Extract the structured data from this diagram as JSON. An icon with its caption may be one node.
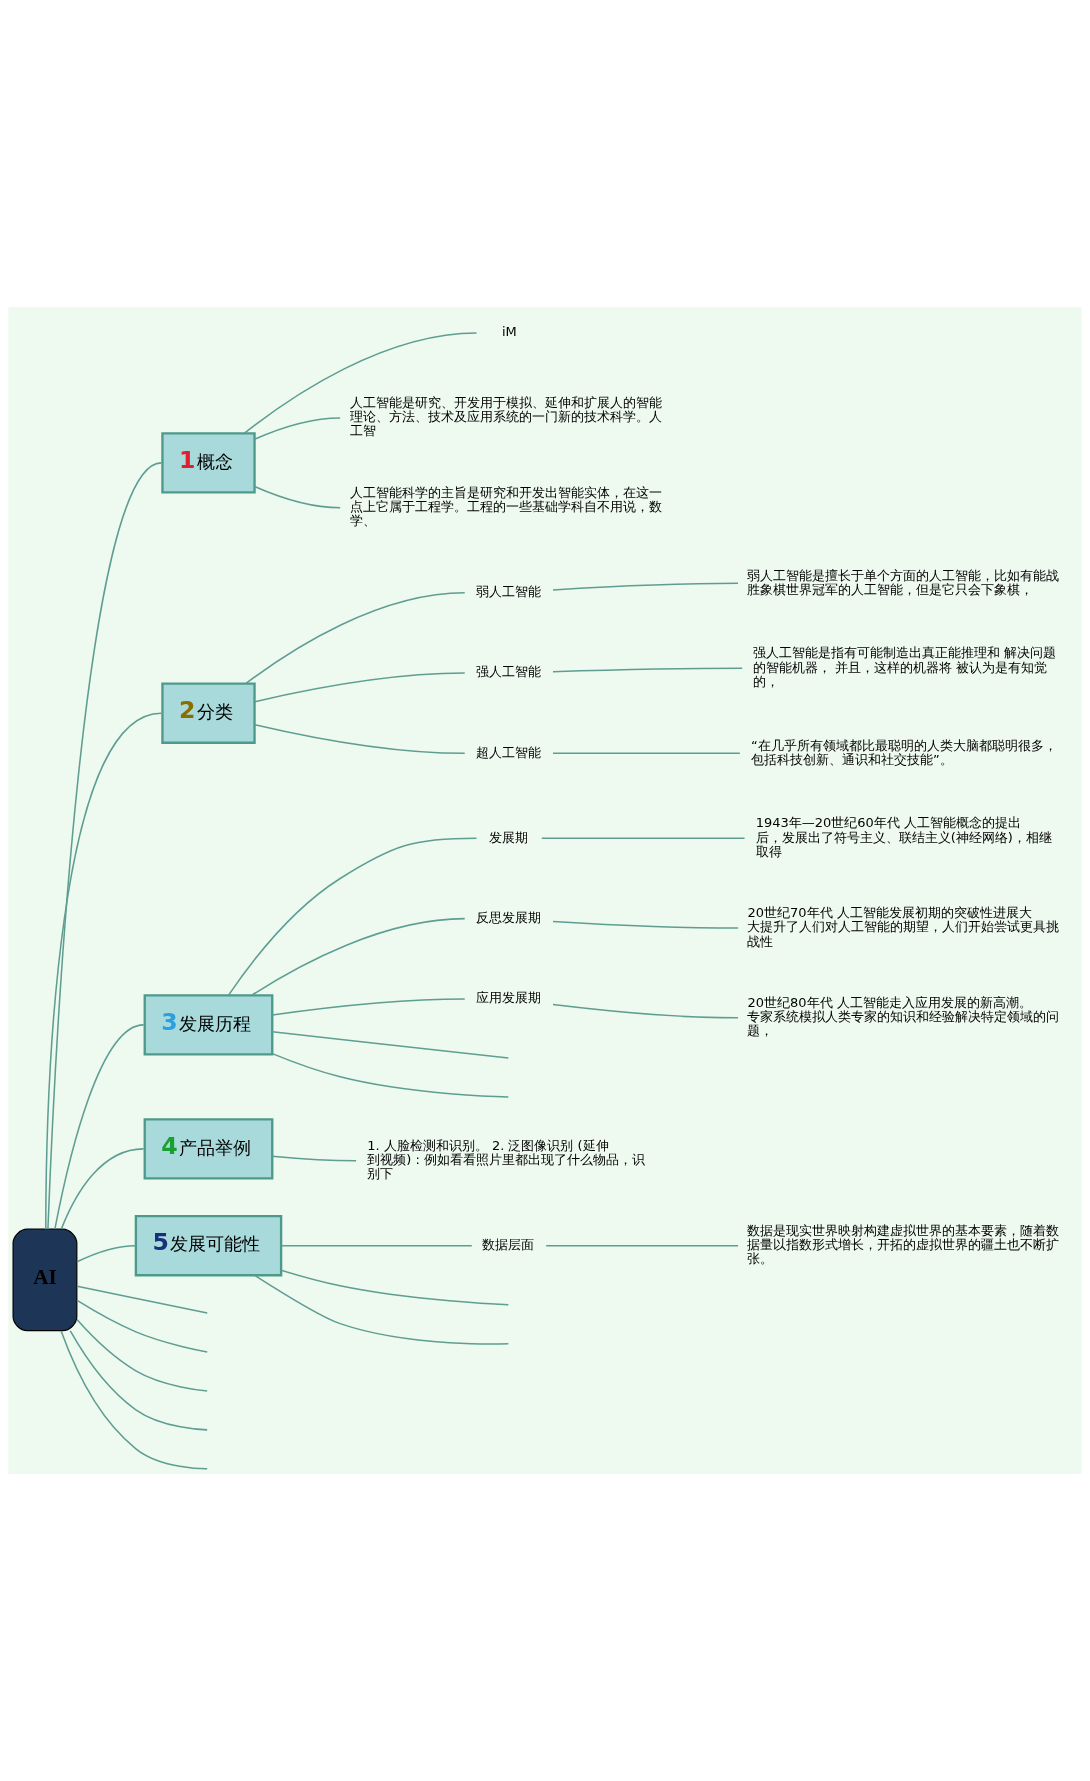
{
  "diagram": {
    "nodes": [
      {
        "text": [
          "AI"
        ]
      },
      {
        "text": [
          "1",
          "概念"
        ]
      },
      {
        "text": [
          "iM"
        ]
      },
      {
        "text": [
          "人工智能是研究、开发用于模拟、延伸和扩展人的智能理论、方法、技术及应用系统的一门新的技术科学。人工智"
        ]
      },
      {
        "text": [
          "人工智能科学的主旨是研究和开发出智能实体，在这一点上它属于工程学。工程的一些基础学科自不用说，数学、"
        ]
      },
      {
        "text": [
          "2",
          "分类"
        ]
      },
      {
        "text": [
          "弱人工智能"
        ]
      },
      {
        "text": [
          "弱人工智能是擅长于单个方面的人工智能，比如有能战胜象棋世界冠军的人工智能，但是它只会下象棋，"
        ]
      },
      {
        "text": [
          "强人工智能"
        ]
      },
      {
        "text": [
          "强人工智能是指有可能制造出真正能推理和 解决问题的智能机器， 并且，这样的机器将 被认为是有知觉的，"
        ]
      },
      {
        "text": [
          "超人工智能"
        ]
      },
      {
        "text": [
          "“在几乎所有领域都比最聪明的人类大脑都聪明很多，包括科技创新、通识和社交技能”。"
        ]
      },
      {
        "text": [
          "3",
          "发展历程"
        ]
      },
      {
        "text": [
          "发展期"
        ]
      },
      {
        "text": [
          "1943年—20世纪60年代 人工智能概念的提出后，发展出了符号主义、联结主义(神经网络)，相继取得"
        ]
      },
      {
        "text": [
          "反思发展期"
        ]
      },
      {
        "text": [
          "20世纪70年代 人工智能发展初期的突破性进展大大提升了人们对人工智能的期望，人们开始尝试更具挑战性"
        ]
      },
      {
        "text": [
          "应用发展期"
        ]
      },
      {
        "text": [
          "20世纪80年代 人工智能走入应用发展的新高潮。专家系统模拟人类专家的知识和经验解决特定领域的问题，"
        ]
      },
      {
        "text": [
          "4",
          "产品举例"
        ]
      },
      {
        "text": [
          "1. 人脸检测和识别。 2. 泛图像识别 (延伸到视频) : 例如看看照片里都出现了什么物品，识别下"
        ]
      },
      {
        "text": [
          "5",
          "发展可能性"
        ]
      },
      {
        "text": [
          "数据层面"
        ]
      },
      {
        "text": [
          "数据是现实世界映射构建虚拟世界的基本要素，随着数据量以指数形式增长，开拓的虚拟世界的疆土也不断扩张。"
        ]
      }
    ],
    "edges": [
      {
        "from": 0,
        "to": 1,
        "arrow": "none"
      },
      {
        "from": 1,
        "to": 2,
        "arrow": "none"
      },
      {
        "from": 1,
        "to": 3,
        "arrow": "none"
      },
      {
        "from": 1,
        "to": 4,
        "arrow": "none"
      },
      {
        "from": 0,
        "to": 5,
        "arrow": "none"
      },
      {
        "from": 5,
        "to": 6,
        "arrow": "none"
      },
      {
        "from": 6,
        "to": 7,
        "arrow": "none"
      },
      {
        "from": 5,
        "to": 8,
        "arrow": "none"
      },
      {
        "from": 8,
        "to": 9,
        "arrow": "none"
      },
      {
        "from": 5,
        "to": 10,
        "arrow": "none"
      },
      {
        "from": 10,
        "to": 11,
        "arrow": "none"
      },
      {
        "from": 0,
        "to": 12,
        "arrow": "none"
      },
      {
        "from": 12,
        "to": 13,
        "arrow": "none"
      },
      {
        "from": 13,
        "to": 14,
        "arrow": "none"
      },
      {
        "from": 12,
        "to": 15,
        "arrow": "none"
      },
      {
        "from": 15,
        "to": 16,
        "arrow": "none"
      },
      {
        "from": 12,
        "to": 17,
        "arrow": "none"
      },
      {
        "from": 17,
        "to": 18,
        "arrow": "none"
      },
      {
        "from": 12,
        "to": null,
        "arrow": "none"
      },
      {
        "from": 12,
        "to": null,
        "arrow": "none"
      },
      {
        "from": 0,
        "to": 19,
        "arrow": "none"
      },
      {
        "from": 19,
        "to": 20,
        "arrow": "none"
      },
      {
        "from": 0,
        "to": 21,
        "arrow": "none"
      },
      {
        "from": 21,
        "to": 22,
        "arrow": "none"
      },
      {
        "from": 22,
        "to": 23,
        "arrow": "none"
      },
      {
        "from": 21,
        "to": null,
        "arrow": "none"
      },
      {
        "from": 21,
        "to": null,
        "arrow": "none"
      },
      {
        "from": 0,
        "to": null,
        "arrow": "none"
      },
      {
        "from": 0,
        "to": null,
        "arrow": "none"
      },
      {
        "from": 0,
        "to": null,
        "arrow": "none"
      },
      {
        "from": 0,
        "to": null,
        "arrow": "none"
      },
      {
        "from": 0,
        "to": null,
        "arrow": "none"
      }
    ]
  }
}
